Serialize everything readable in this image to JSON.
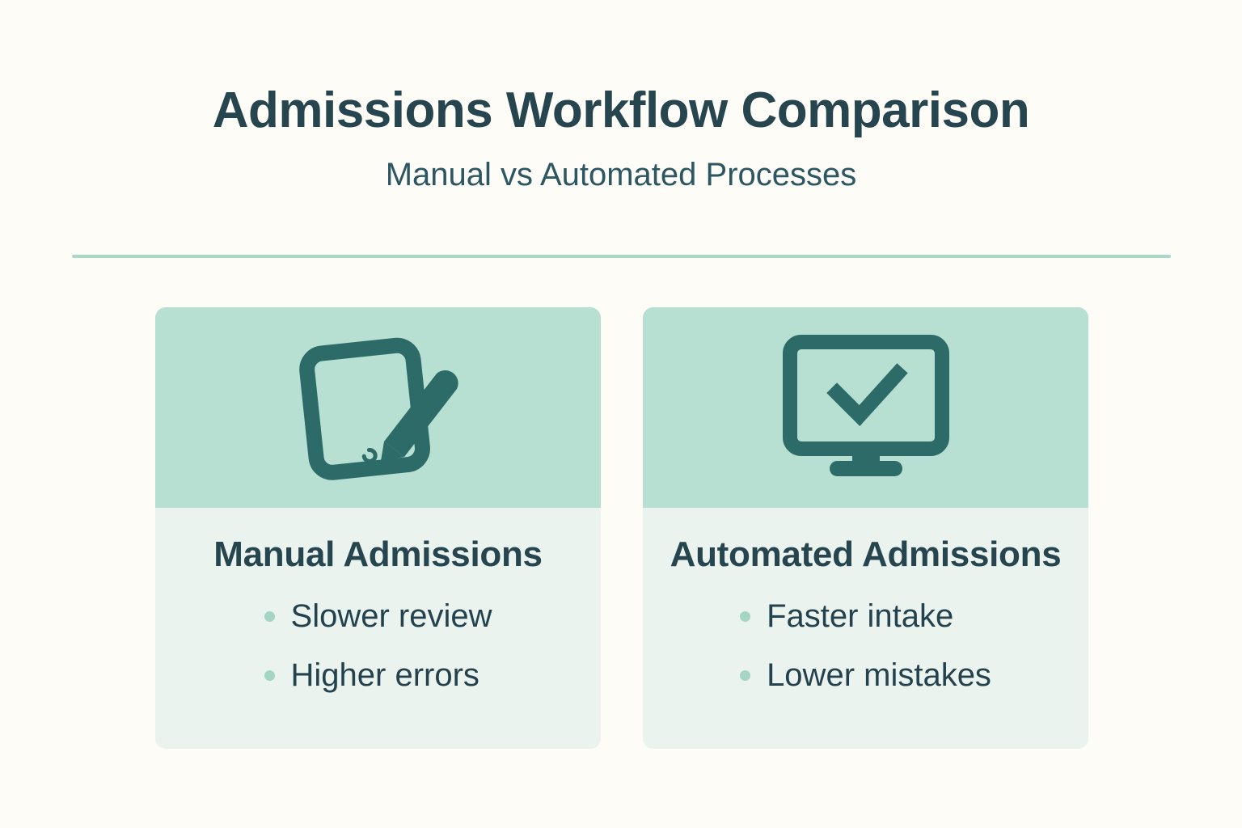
{
  "header": {
    "title": "Admissions Workflow Comparison",
    "subtitle": "Manual vs Automated Processes"
  },
  "colors": {
    "page_background": "#fdfcf7",
    "heading_text": "#27454f",
    "divider": "#a9d8c9",
    "card_icon_panel": "#b7e0d3",
    "card_body": "#ebf3ef",
    "icon_teal": "#2d6b68",
    "bullet_dot": "#a5d5c4",
    "body_text": "#24424e"
  },
  "cards": [
    {
      "id": "manual",
      "icon_name": "tablet-pencil-icon",
      "title": "Manual Admissions",
      "bullets": [
        "Slower review",
        "Higher errors"
      ]
    },
    {
      "id": "automated",
      "icon_name": "monitor-check-icon",
      "title": "Automated Admissions",
      "bullets": [
        "Faster intake",
        "Lower mistakes"
      ]
    }
  ]
}
